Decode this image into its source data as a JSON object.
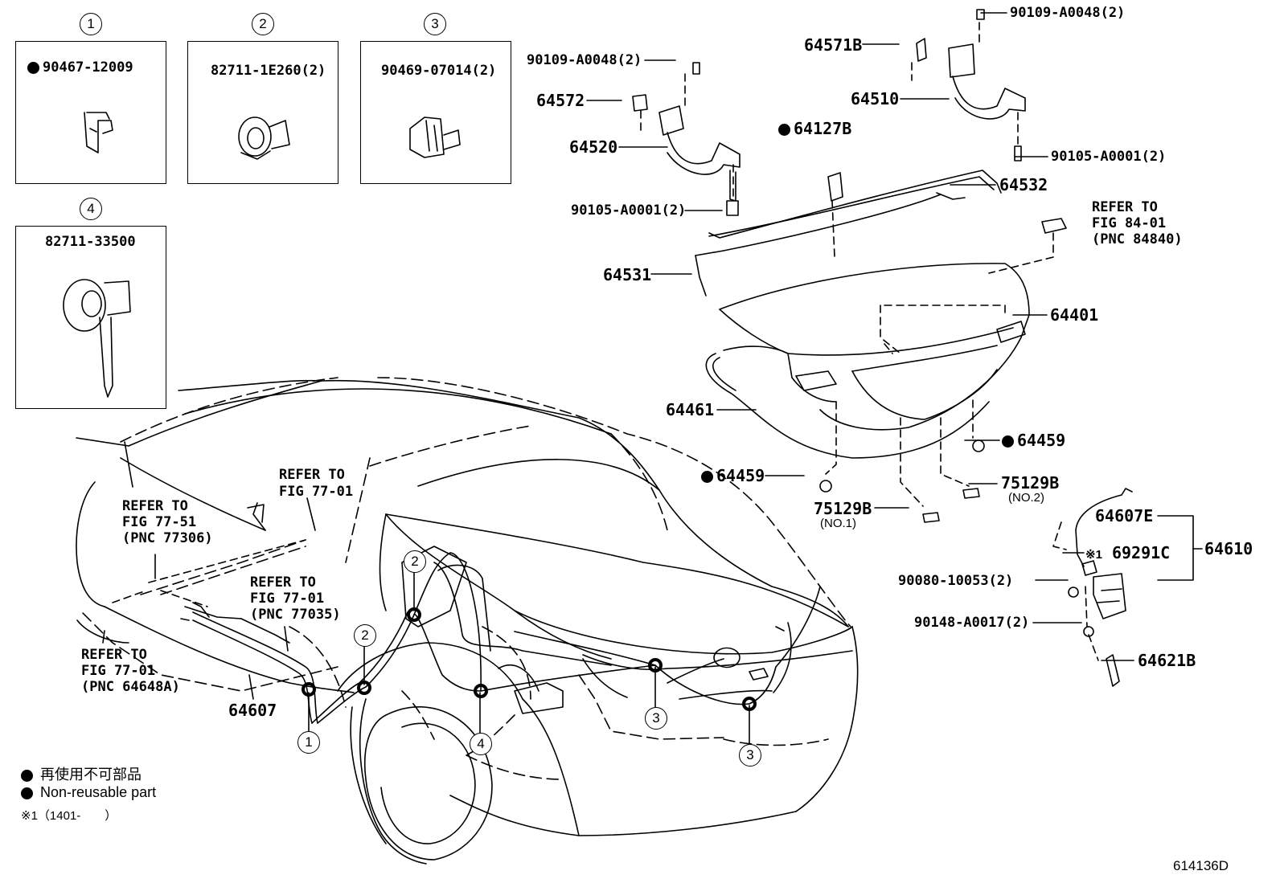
{
  "detail_boxes": [
    {
      "num": "1",
      "part": "90467-12009",
      "nonreusable": true
    },
    {
      "num": "2",
      "part": "82711-1E260(2)",
      "nonreusable": false
    },
    {
      "num": "3",
      "part": "90469-07014(2)",
      "nonreusable": false
    },
    {
      "num": "4",
      "part": "82711-33500",
      "nonreusable": false
    }
  ],
  "labels": {
    "p90109_top": "90109-A0048(2)",
    "p64571B": "64571B",
    "p90109_left": "90109-A0048(2)",
    "p64510": "64510",
    "p64572": "64572",
    "p64127B": "64127B",
    "p64520": "64520",
    "p90105_right": "90105-A0001(2)",
    "p64532": "64532",
    "p90105_left": "90105-A0001(2)",
    "ref8401_1": "REFER TO",
    "ref8401_2": "FIG 84-01",
    "ref8401_3": "(PNC 84840)",
    "p64531": "64531",
    "p64401": "64401",
    "p64461": "64461",
    "p64459_right": "64459",
    "p64459_left": "64459",
    "p75129B_no2": "75129B",
    "no2": "(NO.2)",
    "p75129B_no1": "75129B",
    "no1": "(NO.1)",
    "p64607E": "64607E",
    "p69291C": "69291C",
    "mark1": "※1",
    "p64610": "64610",
    "p90080": "90080-10053(2)",
    "p90148": "90148-A0017(2)",
    "p64621B": "64621B",
    "ref7701a_1": "REFER TO",
    "ref7701a_2": "FIG 77-01",
    "ref7751_1": "REFER TO",
    "ref7751_2": "FIG 77-51",
    "ref7751_3": "(PNC 77306)",
    "ref7701b_1": "REFER TO",
    "ref7701b_2": "FIG 77-01",
    "ref7701b_3": "(PNC 77035)",
    "ref7701c_1": "REFER TO",
    "ref7701c_2": "FIG 77-01",
    "ref7701c_3": "(PNC 64648A)",
    "p64607": "64607"
  },
  "callouts": [
    "2",
    "2",
    "1",
    "4",
    "3",
    "3"
  ],
  "legend": {
    "jp": "再使用不可部品",
    "en": "Non-reusable part",
    "note": "※1（1401-　　）"
  },
  "figure_number": "614136D"
}
